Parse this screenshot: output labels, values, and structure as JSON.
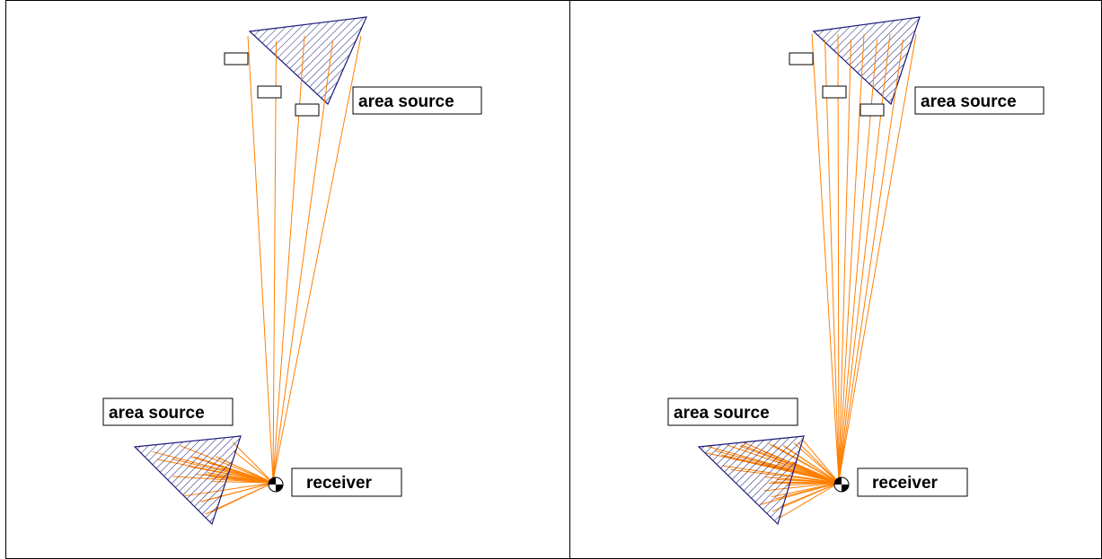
{
  "panels": [
    {
      "id": "left",
      "labels": {
        "area_source_top": "area source",
        "area_source_bottom": "area source",
        "receiver": "receiver"
      },
      "top_ray_count": 5,
      "bottom_ray_count": 24,
      "obstacle_count": 3
    },
    {
      "id": "right",
      "labels": {
        "area_source_top": "area source",
        "area_source_bottom": "area source",
        "receiver": "receiver"
      },
      "top_ray_count": 9,
      "bottom_ray_count": 40,
      "obstacle_count": 3
    }
  ],
  "colors": {
    "source_outline": "#1a1a7a",
    "hatch": "#1a1a7a",
    "ray": "#ff7f00",
    "border": "#000000"
  }
}
